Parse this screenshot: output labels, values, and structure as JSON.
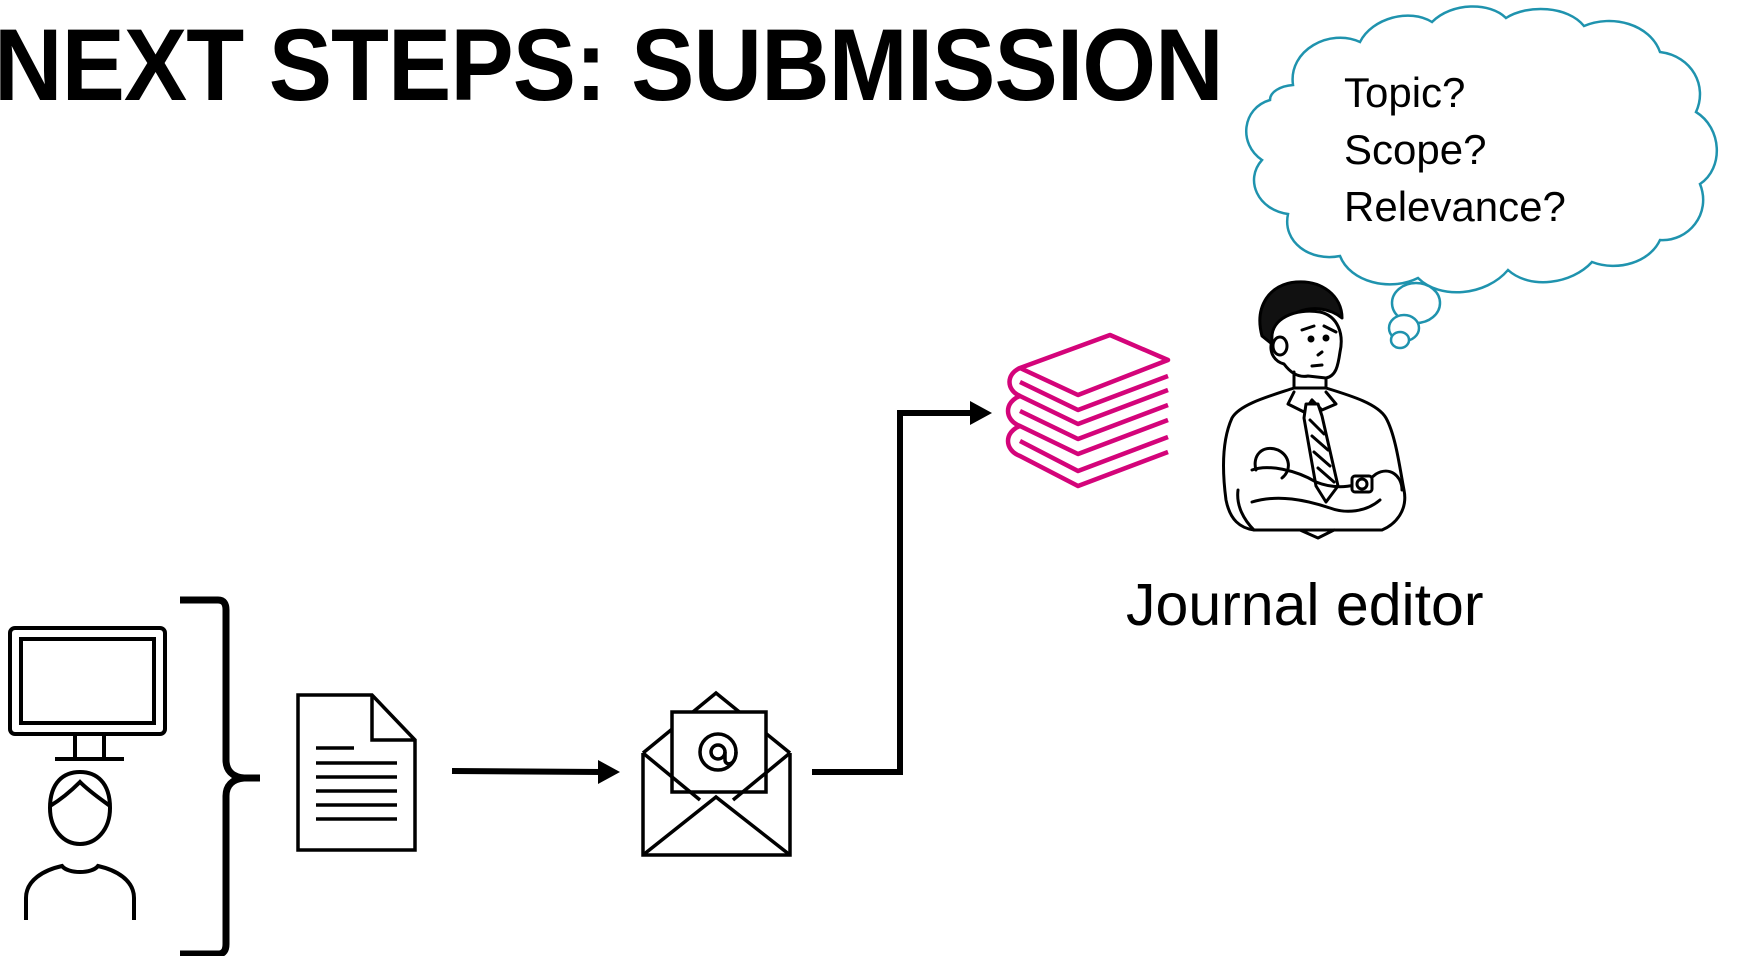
{
  "slide": {
    "title": "NEXT STEPS: SUBMISSION",
    "thought_bubble": {
      "lines": [
        "Topic?",
        "Scope?",
        "Relevance?"
      ],
      "outline_color": "#1F93AE"
    },
    "editor_label": "Journal editor",
    "icons": {
      "computer": "computer-monitor-icon",
      "author": "user-icon",
      "document": "document-icon",
      "email": "email-envelope-icon",
      "journal": "books-stack-icon",
      "editor": "thinking-man-illustration"
    },
    "colors": {
      "text": "#000000",
      "books": "#D4047A",
      "cloud": "#1F93AE"
    }
  }
}
